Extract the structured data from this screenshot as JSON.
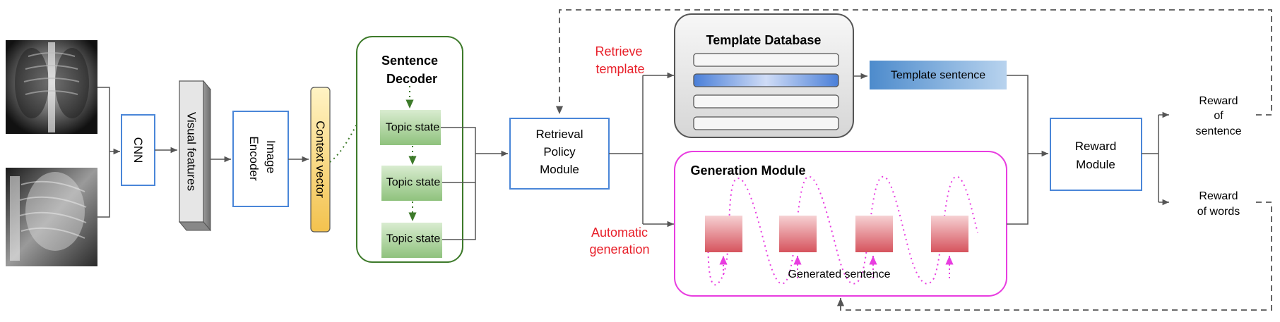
{
  "cnn": {
    "label": "CNN"
  },
  "visual_features": {
    "label": "Visual features"
  },
  "image_encoder": {
    "line1": "Image",
    "line2": "Encoder"
  },
  "context_vector": {
    "label": "Context vector"
  },
  "sentence_decoder": {
    "title_line1": "Sentence",
    "title_line2": "Decoder",
    "topic_states": [
      "Topic state",
      "Topic state",
      "Topic state"
    ]
  },
  "retrieval_policy": {
    "line1": "Retrieval",
    "line2": "Policy",
    "line3": "Module"
  },
  "retrieve_template": {
    "line1": "Retrieve",
    "line2": "template"
  },
  "automatic_generation": {
    "line1": "Automatic",
    "line2": "generation"
  },
  "template_database": {
    "title": "Template Database"
  },
  "template_sentence": {
    "label": "Template sentence"
  },
  "generation_module": {
    "title": "Generation Module",
    "caption": "Generated sentence"
  },
  "reward_module": {
    "line1": "Reward",
    "line2": "Module"
  },
  "reward_sentence": {
    "line1": "Reward",
    "line2": "of",
    "line3": "sentence"
  },
  "reward_words": {
    "line1": "Reward",
    "line2": "of words"
  },
  "colors": {
    "blue_box": "#4a86d8",
    "green_border": "#3d7a2a",
    "magenta": "#e83de0",
    "red_text": "#e8202a",
    "arrow": "#555555"
  }
}
